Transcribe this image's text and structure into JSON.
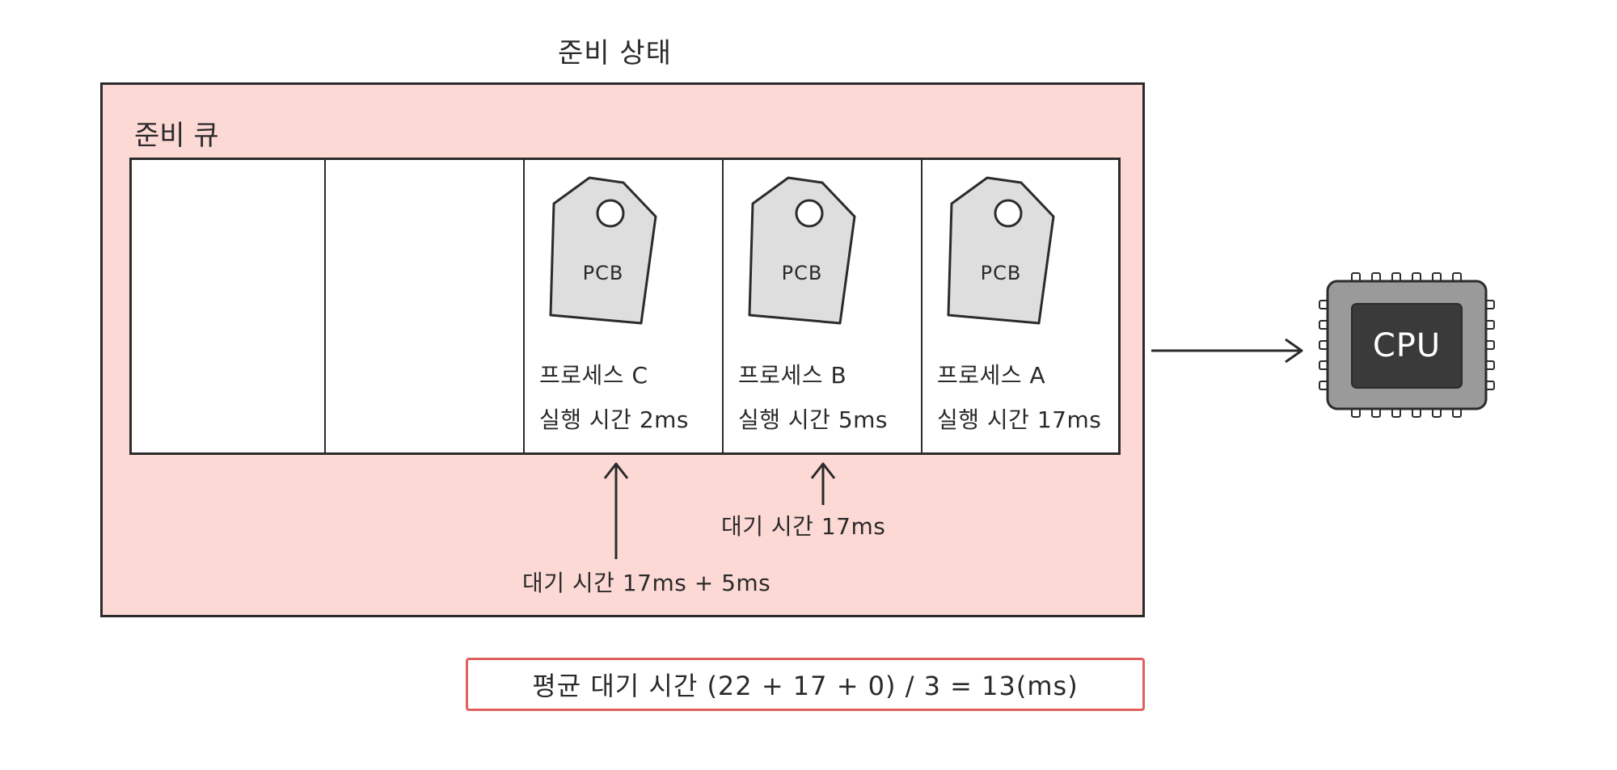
{
  "title": "준비 상태",
  "queue_label": "준비 큐",
  "processes": [
    {
      "pcb": "PCB",
      "name": "프로세스 C",
      "runtime": "실행 시간 2ms"
    },
    {
      "pcb": "PCB",
      "name": "프로세스 B",
      "runtime": "실행 시간 5ms"
    },
    {
      "pcb": "PCB",
      "name": "프로세스 A",
      "runtime": "실행 시간 17ms"
    }
  ],
  "wait_c": "대기 시간 17ms + 5ms",
  "wait_b": "대기 시간 17ms",
  "cpu_label": "CPU",
  "average": "평균 대기 시간 (22 + 17 + 0) / 3 = 13(ms)",
  "colors": {
    "ready_state_bg": "#fdd9d6",
    "average_border": "#e0605e",
    "pcb_fill": "#dedede",
    "cpu_outer": "#9a9a9a",
    "cpu_inner": "#3a3a3a"
  }
}
